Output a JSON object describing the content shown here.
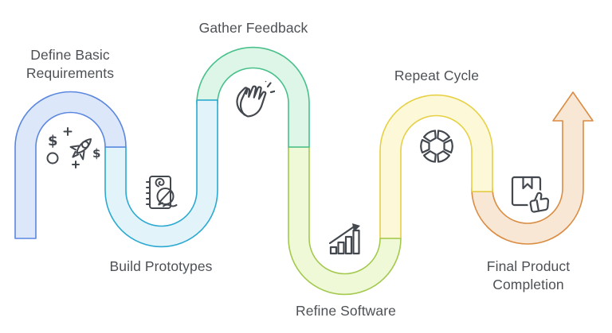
{
  "diagram": {
    "background": "#ffffff",
    "icon_color": "#43474e",
    "text_color": "#4d5156",
    "steps": [
      {
        "label": "Define Basic Requirements",
        "line1": "Define Basic",
        "line2": "Requirements",
        "icon": "rocket-dollars-icon",
        "fill": "#dce7f9",
        "stroke": "#5b87e0"
      },
      {
        "label": "Build Prototypes",
        "line1": "Build Prototypes",
        "icon": "notebook-pen-icon",
        "fill": "#e2f4fa",
        "stroke": "#2ba9d1"
      },
      {
        "label": "Gather Feedback",
        "line1": "Gather Feedback",
        "icon": "clapping-hands-icon",
        "fill": "#ddf6e8",
        "stroke": "#47c08a"
      },
      {
        "label": "Refine Software",
        "line1": "Refine Software",
        "icon": "growth-chart-icon",
        "fill": "#eff8d7",
        "stroke": "#a3c94e"
      },
      {
        "label": "Repeat Cycle",
        "line1": "Repeat Cycle",
        "icon": "cycle-shutter-icon",
        "fill": "#fdf8d8",
        "stroke": "#e6d044"
      },
      {
        "label": "Final Product Completion",
        "line1": "Final Product",
        "line2": "Completion",
        "icon": "package-approved-icon",
        "fill": "#f9e7d5",
        "stroke": "#da8c43"
      }
    ]
  }
}
